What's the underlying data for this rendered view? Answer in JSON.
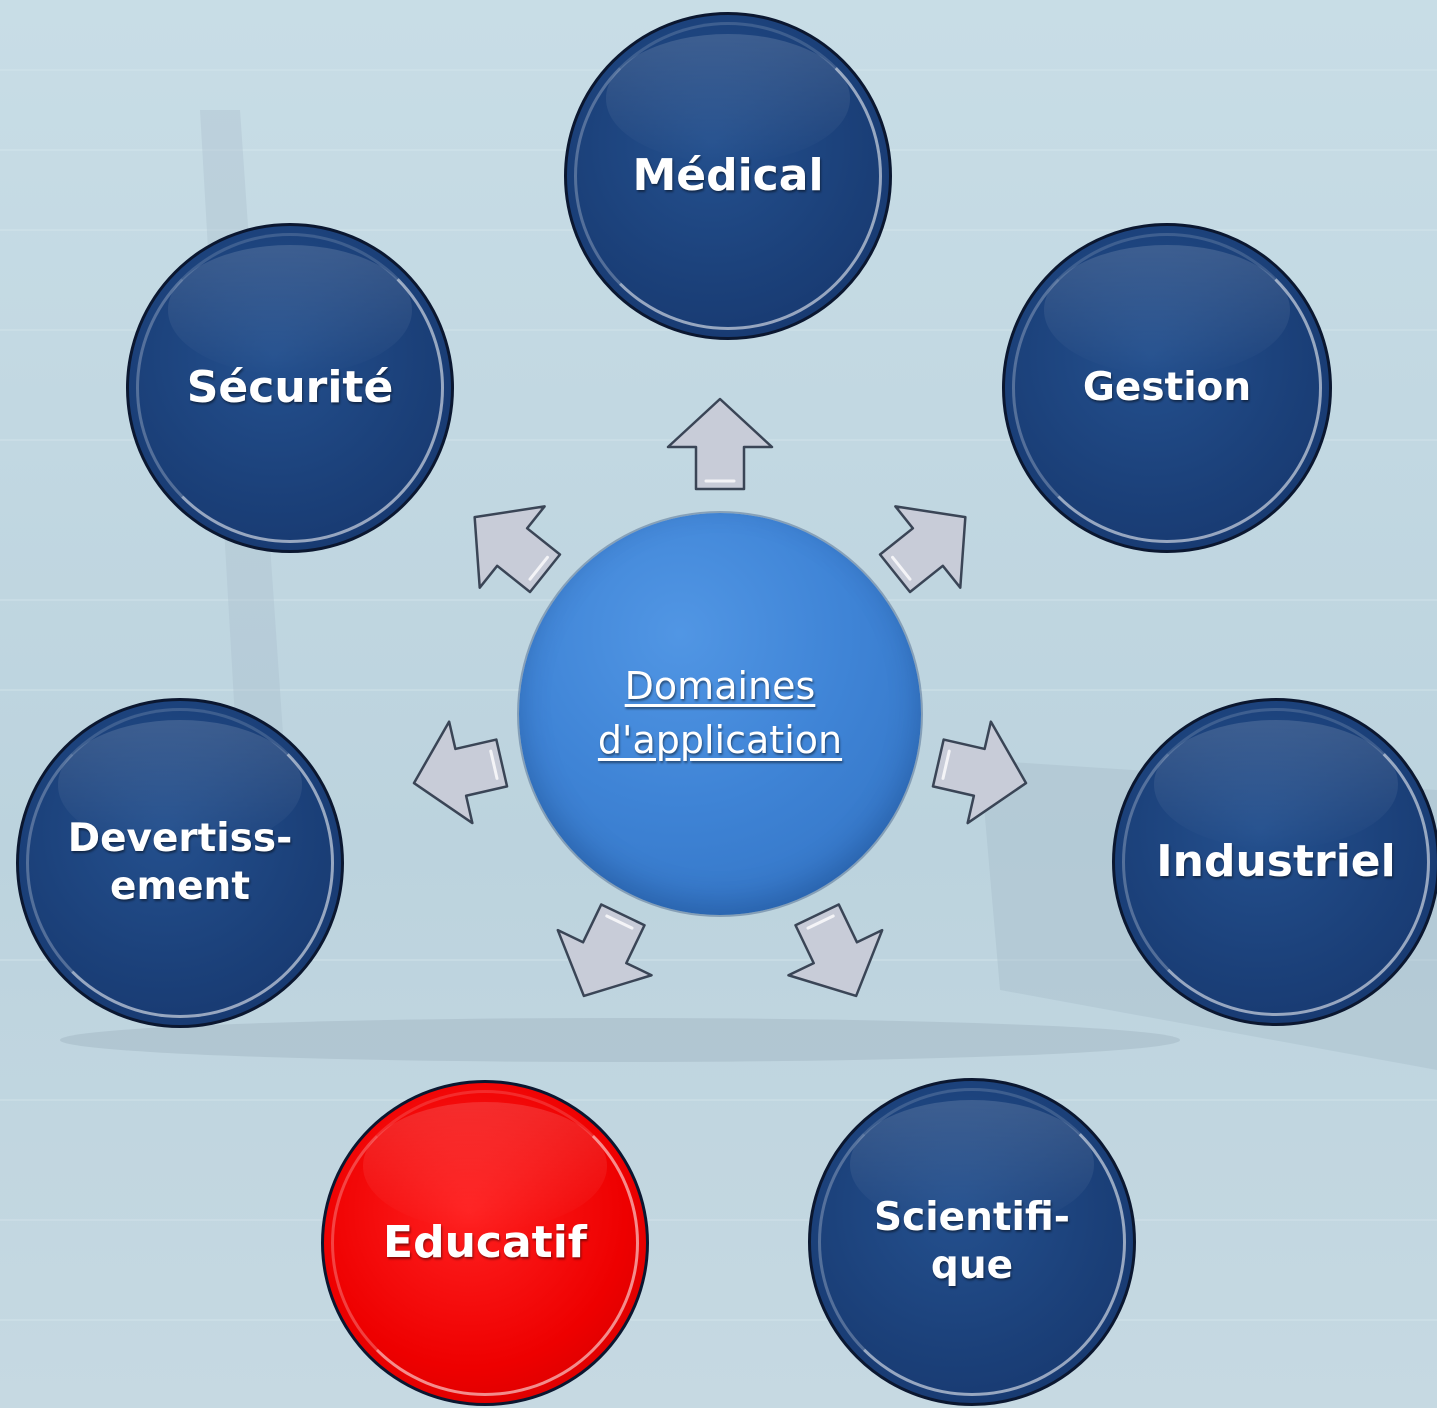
{
  "center": {
    "label": "Domaines\nd'application"
  },
  "domains": [
    {
      "label": "Médical"
    },
    {
      "label": "Gestion"
    },
    {
      "label": "Industriel"
    },
    {
      "label": "Scientifi-\nque"
    },
    {
      "label": "Educatif"
    },
    {
      "label": "Devertiss-\nement"
    },
    {
      "label": "Sécurité"
    }
  ],
  "colors": {
    "node_navy": "#1b4079",
    "node_highlight": "#ee0000",
    "center": "#4488dd",
    "arrow_fill": "#c8ccd8",
    "background": "#c2d8e2"
  }
}
